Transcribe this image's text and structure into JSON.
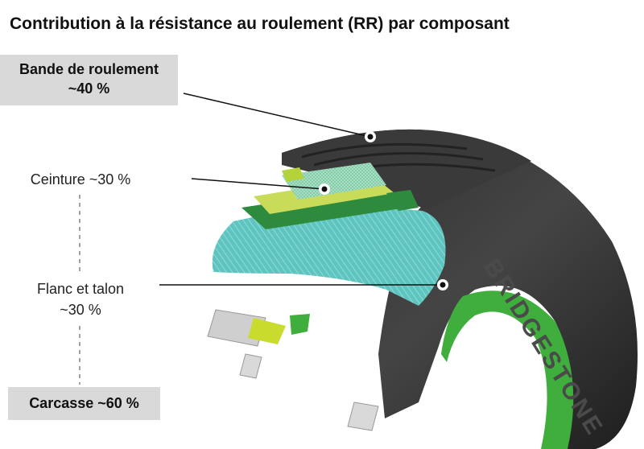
{
  "title": "Contribution à la résistance au roulement (RR) par composant",
  "components": {
    "tread": {
      "line1": "Bande de roulement",
      "line2": "~40 %"
    },
    "belt": {
      "label": "Ceinture ~30 %"
    },
    "sidewall": {
      "line1": "Flanc et talon",
      "line2": "~30 %"
    },
    "carcass": {
      "label": "Carcasse ~60 %"
    }
  },
  "tire_brand": "BRIDGESTONE",
  "colors": {
    "label_box": "#d9d9d9",
    "tire_rubber": "#3c3c3c",
    "carcass_ply": "#5fc4c0",
    "belt_green": "#2e8b3e",
    "belt_yellow": "#c9dc5a",
    "liner_green": "#3fae3c"
  }
}
